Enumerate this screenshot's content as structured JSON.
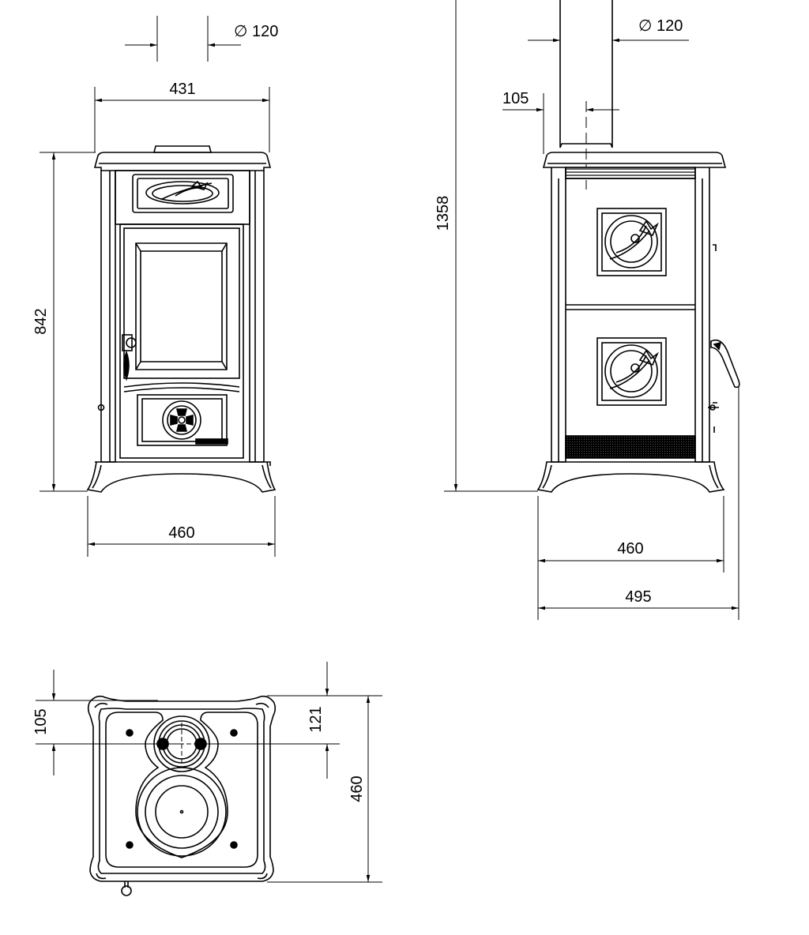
{
  "diagram": {
    "type": "technical-drawing",
    "views": [
      {
        "name": "front-view"
      },
      {
        "name": "side-view"
      },
      {
        "name": "top-view"
      }
    ],
    "dimensions": {
      "front_flue_diameter": "∅ 120",
      "front_top_width": "431",
      "front_height": "842",
      "front_base_width": "460",
      "side_flue_diameter": "∅ 120",
      "side_flue_offset": "105",
      "side_total_height": "1358",
      "side_width": "460",
      "side_depth": "495",
      "top_flue_offset": "105",
      "top_flue_rear": "121",
      "top_depth": "460"
    },
    "colors": {
      "line": "#000000",
      "background": "#ffffff"
    }
  }
}
